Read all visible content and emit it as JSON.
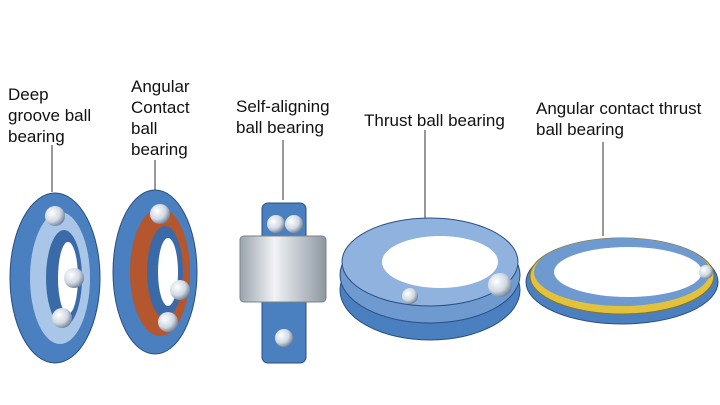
{
  "labels": {
    "deep_groove": [
      "Deep",
      "groove ball",
      "bearing"
    ],
    "angular_contact": [
      "Angular",
      "Contact",
      "ball",
      "bearing"
    ],
    "self_aligning": [
      "Self-aligning",
      "ball bearing"
    ],
    "thrust": [
      "Thrust ball bearing"
    ],
    "angular_contact_thrust": [
      "Angular contact thrust",
      "ball bearing"
    ]
  },
  "colors": {
    "ring_blue": "#4a7fc0",
    "ring_light": "#a9c6e8",
    "ball": "#dfe6ef",
    "cage_brown": "#b4562e",
    "cage_yellow": "#e2c23c",
    "leader_line": "#555555"
  }
}
